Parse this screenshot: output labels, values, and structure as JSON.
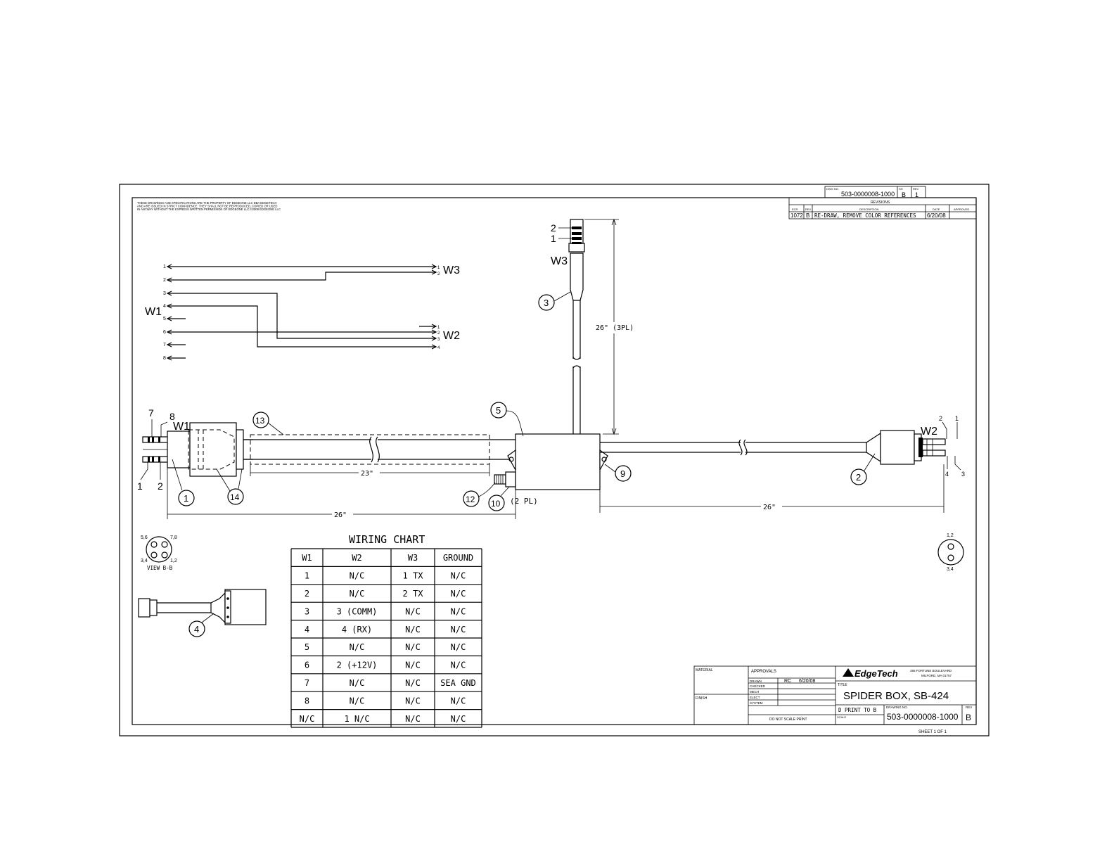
{
  "notice": {
    "line1": "THESE DRAWINGS AND SPECIFICATIONS ARE THE PROPERTY OF EDGEONE LLC DBA EDGETECH",
    "line2": "AND ARE ISSUED IN STRICT CONFIDENCE. THEY SHALL NOT BE REPRODUCED, COPIED OR USED",
    "line3": "IN ANYWAY WITHOUT THE EXPRESS WRITTEN PERMISSION OF EDGEONE LLC.©2008 EDGEONE LLC"
  },
  "dwg_box": {
    "dwg_no_label": "DWG NO.",
    "dwg_no": "503-0000008-1000",
    "sh_label": "SH",
    "sh": "B",
    "rev_label": "REV",
    "rev": "1"
  },
  "revisions": {
    "title": "REVISIONS",
    "headers": [
      "ECR",
      "REV",
      "DESCRIPTION",
      "DATE",
      "APPROVED"
    ],
    "row": [
      "1072",
      "B",
      "RE-DRAW, REMOVE COLOR REFERENCES",
      "6/20/08",
      ""
    ]
  },
  "schematic": {
    "w1": "W1",
    "w2": "W2",
    "w3": "W3",
    "w1_pins": [
      "1",
      "2",
      "3",
      "4",
      "5",
      "6",
      "7",
      "8"
    ],
    "w3_pins": [
      "1",
      "2"
    ],
    "w2_pins": [
      "1",
      "2",
      "3",
      "4"
    ]
  },
  "assembly": {
    "w1": "W1",
    "w2": "W2",
    "w3": "W3",
    "pin_7": "7",
    "pin_8": "8",
    "pin_1": "1",
    "pin_2": "2",
    "w3_pin_2": "2",
    "w3_pin_1": "1",
    "w2_pin_2": "2",
    "w2_pin_1": "1",
    "w2_pin_4": "4",
    "w2_pin_3": "3",
    "dim_23": "23\"",
    "dim_26_left": "26\"",
    "dim_26_right": "26\"",
    "dim_26_vertical": "26\" (3PL)",
    "two_pl": "(2 PL)",
    "balloons": {
      "b1": "1",
      "b2": "2",
      "b3": "3",
      "b4": "4",
      "b5": "5",
      "b9": "9",
      "b10": "10",
      "b12": "12",
      "b13": "13",
      "b14": "14"
    }
  },
  "view_b": {
    "label": "VIEW B-B",
    "tl": "5,6",
    "tr": "7,8",
    "bl": "3,4",
    "br": "1,2"
  },
  "w2_end_view": {
    "top": "1,2",
    "bottom": "3,4"
  },
  "wiring_chart": {
    "title": "WIRING CHART",
    "headers": [
      "W1",
      "W2",
      "W3",
      "GROUND"
    ],
    "rows": [
      [
        "1",
        "N/C",
        "1 TX",
        "N/C"
      ],
      [
        "2",
        "N/C",
        "2 TX",
        "N/C"
      ],
      [
        "3",
        "3 (COMM)",
        "N/C",
        "N/C"
      ],
      [
        "4",
        "4 (RX)",
        "N/C",
        "N/C"
      ],
      [
        "5",
        "N/C",
        "N/C",
        "N/C"
      ],
      [
        "6",
        "2 (+12V)",
        "N/C",
        "N/C"
      ],
      [
        "7",
        "N/C",
        "N/C",
        "SEA GND"
      ],
      [
        "8",
        "N/C",
        "N/C",
        "N/C"
      ],
      [
        "N/C",
        "1 N/C",
        "N/C",
        "N/C"
      ]
    ]
  },
  "title_block": {
    "material": "MATERIAL",
    "finish": "FINISH",
    "approvals": "APPROVALS",
    "drawn": "DRAWN",
    "drawn_by": "RC",
    "drawn_date": "6/20/08",
    "checked": "CHECKED",
    "mech": "MECH",
    "elect": "ELECT",
    "system": "SYSTEM",
    "do_not_scale": "DO NOT SCALE PRINT",
    "company": "EdgeTech",
    "address1": "455 FORTUNE BOULEVARD",
    "address2": "MILFORD, MA  01757",
    "title_label": "TITLE",
    "title": "SPIDER BOX, SB-424",
    "size_note": "D PRINT TO B",
    "scale_label": "SCALE",
    "drawing_no_label": "DRAWING NO.",
    "drawing_no": "503-0000008-1000",
    "rev_label": "REV",
    "rev": "B",
    "sheet": "SHEET 1 OF 1"
  }
}
